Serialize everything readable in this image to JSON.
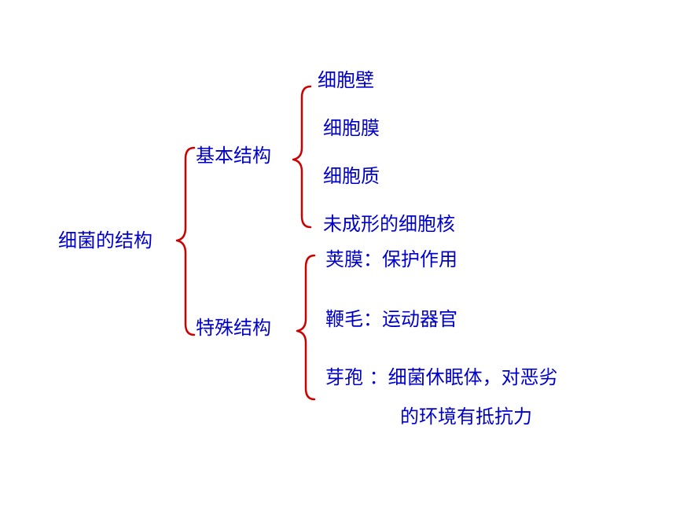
{
  "colors": {
    "text": "#0000cc",
    "brace": "#cc0000",
    "background": "#ffffff"
  },
  "root": {
    "label": "细菌的结构"
  },
  "basic": {
    "label": "基本结构",
    "items": [
      "细胞壁",
      "细胞膜",
      "细胞质",
      "未成形的细胞核"
    ]
  },
  "special": {
    "label": "特殊结构",
    "items": [
      "荚膜：保护作用",
      "鞭毛：运动器官",
      "芽孢 ：细菌休眠体，对恶劣",
      "的环境有抵抗力"
    ]
  }
}
